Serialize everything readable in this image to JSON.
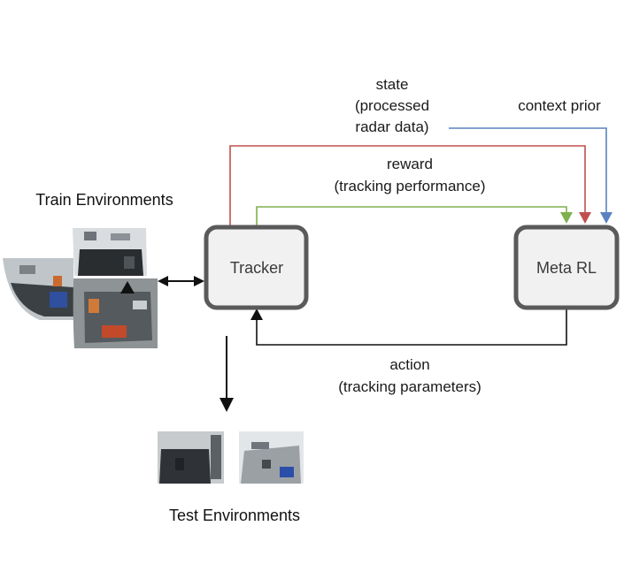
{
  "nodes": {
    "tracker": {
      "label": "Tracker"
    },
    "meta_rl": {
      "label": "Meta RL"
    }
  },
  "edges": {
    "state": {
      "lines": [
        "state",
        "(processed",
        "radar data)"
      ],
      "color": "#c0504d"
    },
    "context_prior": {
      "label": "context prior",
      "color": "#5b82c0"
    },
    "reward": {
      "lines": [
        "reward",
        "(tracking performance)"
      ],
      "color": "#7fb04f"
    },
    "action": {
      "lines": [
        "action",
        "(tracking parameters)"
      ],
      "color": "#111111"
    }
  },
  "groups": {
    "train": {
      "label": "Train Environments"
    },
    "test": {
      "label": "Test Environments"
    }
  }
}
